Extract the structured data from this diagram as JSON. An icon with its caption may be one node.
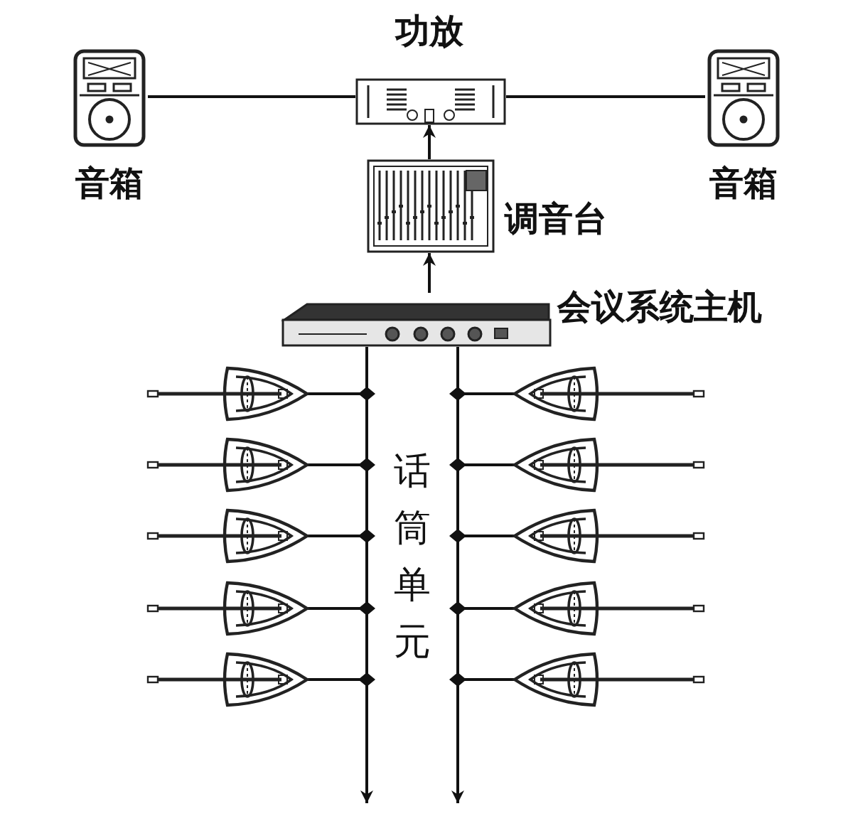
{
  "diagram": {
    "nodes": [
      {
        "text": [
          "音箱"
        ]
      },
      {
        "text": [
          "功放"
        ]
      },
      {
        "text": [
          "音箱"
        ]
      },
      {
        "text": [
          "调音台"
        ]
      },
      {
        "text": [
          "会议系统主机"
        ]
      },
      {
        "text": [],
        "shape": "picture"
      },
      {
        "text": [],
        "shape": "picture"
      },
      {
        "text": [],
        "shape": "picture"
      },
      {
        "text": [],
        "shape": "picture"
      },
      {
        "text": [],
        "shape": "picture"
      },
      {
        "text": [],
        "shape": "picture"
      },
      {
        "text": [],
        "shape": "picture"
      },
      {
        "text": [],
        "shape": "picture"
      },
      {
        "text": [],
        "shape": "picture"
      },
      {
        "text": [],
        "shape": "picture"
      }
    ],
    "edges": [
      {
        "from": 0,
        "to": 1,
        "arrow": "none"
      },
      {
        "from": 1,
        "to": 2,
        "arrow": "none"
      },
      {
        "from": 3,
        "to": 1,
        "arrow": "to"
      },
      {
        "from": 4,
        "to": 3,
        "arrow": "to"
      },
      {
        "from": 4,
        "to": 5,
        "arrow": "none"
      },
      {
        "from": 4,
        "to": 6,
        "arrow": "none"
      },
      {
        "from": 4,
        "to": 7,
        "arrow": "none"
      },
      {
        "from": 4,
        "to": 8,
        "arrow": "none"
      },
      {
        "from": 4,
        "to": 9,
        "arrow": "none"
      },
      {
        "from": 4,
        "to": 10,
        "arrow": "none"
      },
      {
        "from": 4,
        "to": 11,
        "arrow": "none"
      },
      {
        "from": 4,
        "to": 12,
        "arrow": "none"
      },
      {
        "from": 4,
        "to": 13,
        "arrow": "none"
      },
      {
        "from": 4,
        "to": 14,
        "arrow": "none"
      },
      {
        "from": 4,
        "to": null,
        "arrow": "to"
      },
      {
        "from": 4,
        "to": null,
        "arrow": "to"
      }
    ],
    "labels": [
      "话筒单元"
    ]
  }
}
